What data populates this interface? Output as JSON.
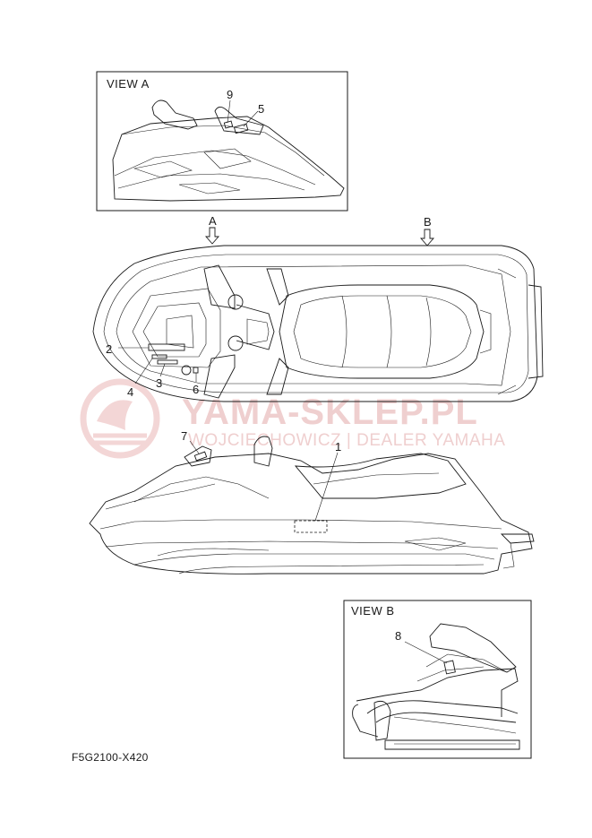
{
  "views": {
    "a_title": "VIEW A",
    "b_title": "VIEW B"
  },
  "arrows": {
    "a": "A",
    "b": "B"
  },
  "callouts": {
    "c1": "1",
    "c2": "2",
    "c3": "3",
    "c4": "4",
    "c5": "5",
    "c6": "6",
    "c7": "7",
    "c8": "8",
    "c9": "9"
  },
  "watermark": {
    "main": "YAMA-SKLEP.PL",
    "sub": "WOJCIECHOWICZ | DEALER YAMAHA"
  },
  "diagram_code": "F5G2100-X420",
  "colors": {
    "line": "#1a1a1a",
    "watermark": "#efcfcf"
  }
}
